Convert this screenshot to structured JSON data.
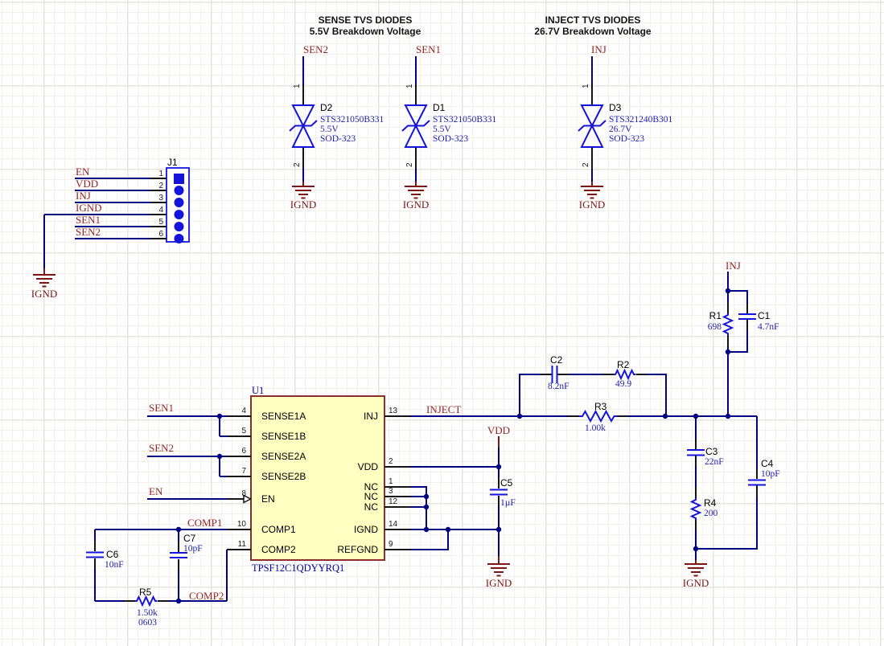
{
  "headers": {
    "sense_title": "SENSE TVS DIODES",
    "sense_subtitle": "5.5V Breakdown Voltage",
    "inject_title": "INJECT TVS DIODES",
    "inject_subtitle": "26.7V Breakdown Voltage"
  },
  "colors": {
    "wire": "#000083",
    "component_graphic": "#1414dc",
    "net_label": "#922423",
    "ground_symbol": "#7d1515",
    "value_text": "#1e1ea8",
    "ic_fill": "#ffffc2",
    "ic_border": "#8b2e2e"
  },
  "diodes": [
    {
      "ref": "D2",
      "part": "STS321050B331",
      "voltage": "5.5V",
      "package": "SOD-323",
      "net": "SEN2",
      "pin1": "1",
      "pin2": "2"
    },
    {
      "ref": "D1",
      "part": "STS321050B331",
      "voltage": "5.5V",
      "package": "SOD-323",
      "net": "SEN1",
      "pin1": "1",
      "pin2": "2"
    },
    {
      "ref": "D3",
      "part": "STS321240B301",
      "voltage": "26.7V",
      "package": "SOD-323",
      "net": "INJ",
      "pin1": "1",
      "pin2": "2"
    }
  ],
  "connector": {
    "ref": "J1",
    "pins": [
      {
        "num": "1",
        "net": "EN"
      },
      {
        "num": "2",
        "net": "VDD"
      },
      {
        "num": "3",
        "net": "INJ"
      },
      {
        "num": "4",
        "net": "IGND"
      },
      {
        "num": "5",
        "net": "SEN1"
      },
      {
        "num": "6",
        "net": "SEN2"
      }
    ]
  },
  "ic": {
    "ref": "U1",
    "part": "TPSF12C1QDYYRQ1",
    "left_pins": [
      {
        "num": "4",
        "name": "SENSE1A"
      },
      {
        "num": "5",
        "name": "SENSE1B"
      },
      {
        "num": "6",
        "name": "SENSE2A"
      },
      {
        "num": "7",
        "name": "SENSE2B"
      },
      {
        "num": "8",
        "name": "EN"
      },
      {
        "num": "10",
        "name": "COMP1"
      },
      {
        "num": "11",
        "name": "COMP2"
      }
    ],
    "right_pins": [
      {
        "num": "13",
        "name": "INJ"
      },
      {
        "num": "2",
        "name": "VDD"
      },
      {
        "num": "1",
        "name": "NC"
      },
      {
        "num": "3",
        "name": "NC"
      },
      {
        "num": "12",
        "name": "NC"
      },
      {
        "num": "14",
        "name": "IGND"
      },
      {
        "num": "9",
        "name": "REFGND"
      }
    ]
  },
  "resistors": [
    {
      "ref": "R1",
      "value": "698"
    },
    {
      "ref": "R2",
      "value": "49.9"
    },
    {
      "ref": "R3",
      "value": "1.00k"
    },
    {
      "ref": "R4",
      "value": "200"
    },
    {
      "ref": "R5",
      "value": "1.50k",
      "footprint": "0603"
    }
  ],
  "capacitors": [
    {
      "ref": "C1",
      "value": "4.7nF"
    },
    {
      "ref": "C2",
      "value": "8.2nF"
    },
    {
      "ref": "C3",
      "value": "22nF"
    },
    {
      "ref": "C4",
      "value": "10pF"
    },
    {
      "ref": "C5",
      "value": "1µF"
    },
    {
      "ref": "C6",
      "value": "10nF"
    },
    {
      "ref": "C7",
      "value": "10pF"
    }
  ],
  "net_labels": {
    "sen1": "SEN1",
    "sen2": "SEN2",
    "inj": "INJ",
    "en": "EN",
    "vdd": "VDD",
    "ignd": "IGND",
    "inject": "INJECT",
    "comp1": "COMP1",
    "comp2": "COMP2"
  }
}
